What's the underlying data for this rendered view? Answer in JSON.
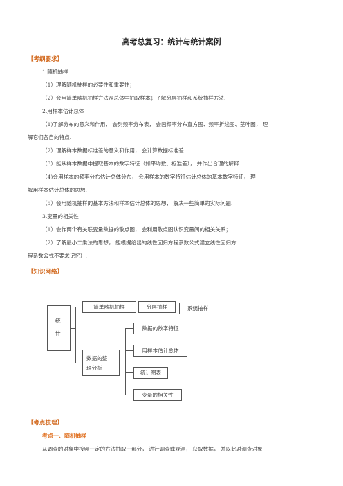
{
  "title": "高考总复习：统计与统计案例",
  "sections": {
    "requirements": "【考纲要求】",
    "network": "【知识网络】",
    "points": "【考点梳理】"
  },
  "req_lines": [
    "1.随机抽样",
    "（1）理解随机抽样的必要性和重要性；",
    "（2）会用简单随机抽样方法从总体中抽取样本；了解分层抽样和系统抽样方法.",
    "2.用样本估计总体",
    "（1)了解分布的意义和作用，   会列频率分布表，   会画频率分布直方图、频率折线图、茎叶图，   理",
    "解它们各自的特点.",
    "（2）理解样本数据标准差的意义和作用，   会计算数据标准差.",
    "（3）能从样本数据中提取基本的数字特征（如平均数、标准差），   并作出合理的解释.",
    "（4)会用样本的频率分布估计总体分布，   会用样本的数字特征估计总体的基本数字特征，   理",
    "解用样本估计总体的思想.",
    "（5）会用随机抽样的基本方法和样本估计总体的思想，   解决一些简单的实际问题.",
    "3.变量的相关性",
    "（1）会作两个有关联变量数据的散点图，   会利用散点图认识变量间的相关关系；",
    "（2）了解最小二乘法的思想，   能根据给出的线性回归方程系数公式建立线性回归方",
    "程系数公式不要求记忆）."
  ],
  "diagram": {
    "root": "统计",
    "root_line1": "统",
    "root_line2": "计",
    "simple_sampling": "简单随机抽样",
    "stratified": "分层抽样",
    "systematic": "系统抽样",
    "organize_line1": "数据的整",
    "organize_line2": "理分析",
    "features": "数据的数字特征",
    "estimate": "用样本估计总体",
    "charts": "统计图表",
    "correlation": "变量的相关性"
  },
  "point1": {
    "heading": "考点一、随机抽样",
    "text": "从调查的对象中按照一定的方法抽取一部分，   进行调查或观测，   获取数据，   并以此对调查对象"
  },
  "colors": {
    "section": "#d2691e",
    "sub": "#e07020",
    "text": "#444444"
  }
}
